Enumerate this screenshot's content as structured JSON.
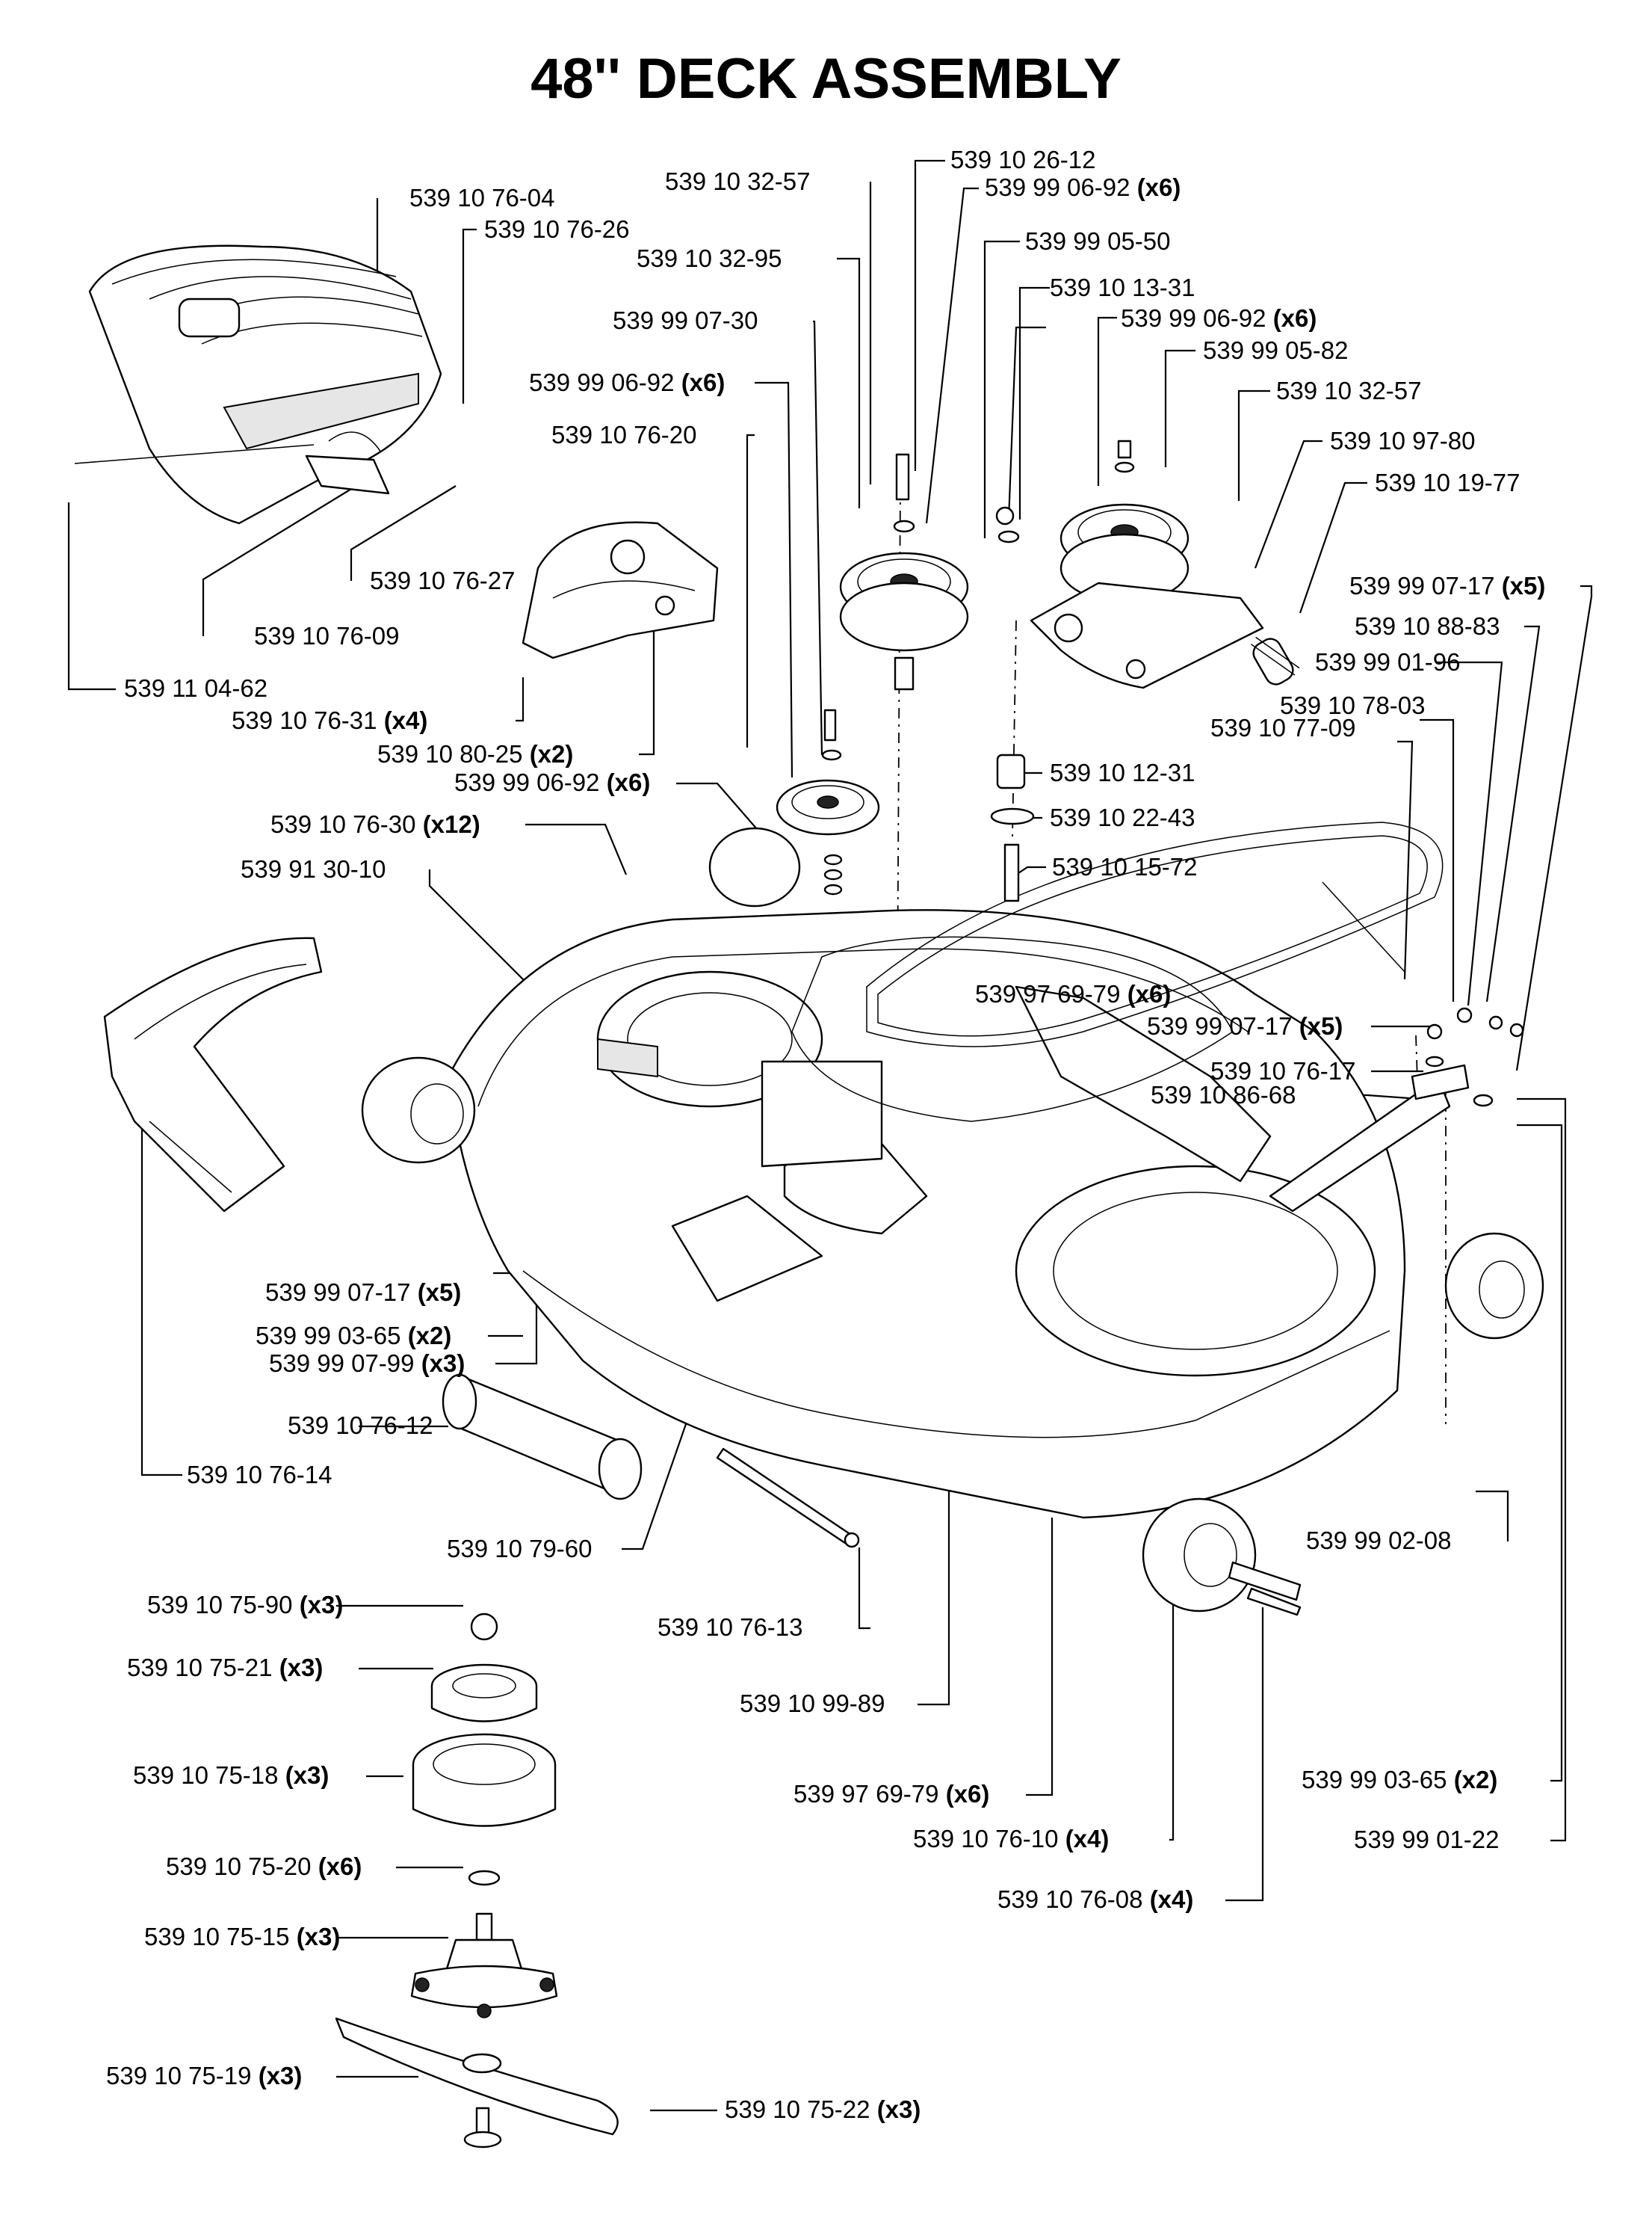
{
  "title": "48'' DECK ASSEMBLY",
  "labels": [
    {
      "part": "539 10 76-04",
      "qty": ""
    },
    {
      "part": "539 10 76-26",
      "qty": ""
    },
    {
      "part": "539 10 76-27",
      "qty": ""
    },
    {
      "part": "539 10 76-09",
      "qty": ""
    },
    {
      "part": "539 11 04-62",
      "qty": ""
    },
    {
      "part": "539 10 76-31",
      "qty": "(x4)"
    },
    {
      "part": "539 10 80-25",
      "qty": "(x2)"
    },
    {
      "part": "539 10 76-30",
      "qty": "(x12)"
    },
    {
      "part": "539 91 30-10",
      "qty": ""
    },
    {
      "part": "539 99 07-17",
      "qty": "(x5)"
    },
    {
      "part": "539 99 03-65",
      "qty": "(x2)"
    },
    {
      "part": "539 99 07-99",
      "qty": "(x3)"
    },
    {
      "part": "539 10 76-12",
      "qty": ""
    },
    {
      "part": "539 10 76-14",
      "qty": ""
    },
    {
      "part": "539 10 79-60",
      "qty": ""
    },
    {
      "part": "539 10 75-90",
      "qty": "(x3)"
    },
    {
      "part": "539 10 75-21",
      "qty": "(x3)"
    },
    {
      "part": "539 10 75-18",
      "qty": "(x3)"
    },
    {
      "part": "539 10 75-20",
      "qty": "(x6)"
    },
    {
      "part": "539 10 75-15",
      "qty": "(x3)"
    },
    {
      "part": "539 10 75-19",
      "qty": "(x3)"
    },
    {
      "part": "539 10 75-22",
      "qty": "(x3)"
    },
    {
      "part": "539 10 32-57",
      "qty": ""
    },
    {
      "part": "539 10 26-12",
      "qty": ""
    },
    {
      "part": "539 99 06-92",
      "qty": "(x6)"
    },
    {
      "part": "539 10 32-95",
      "qty": ""
    },
    {
      "part": "539 99 05-50",
      "qty": ""
    },
    {
      "part": "539 99 07-30",
      "qty": ""
    },
    {
      "part": "539 10 13-31",
      "qty": ""
    },
    {
      "part": "539 99 06-92",
      "qty": "(x6)"
    },
    {
      "part": "539 99 06-92",
      "qty": "(x6)"
    },
    {
      "part": "539 99 05-82",
      "qty": ""
    },
    {
      "part": "539 10 76-20",
      "qty": ""
    },
    {
      "part": "539 10 32-57",
      "qty": ""
    },
    {
      "part": "539 10 97-80",
      "qty": ""
    },
    {
      "part": "539 10 19-77",
      "qty": ""
    },
    {
      "part": "539 99 07-17",
      "qty": "(x5)"
    },
    {
      "part": "539 10 88-83",
      "qty": ""
    },
    {
      "part": "539 99 01-96",
      "qty": ""
    },
    {
      "part": "539 10 78-03",
      "qty": ""
    },
    {
      "part": "539 10 77-09",
      "qty": ""
    },
    {
      "part": "539 10 12-31",
      "qty": ""
    },
    {
      "part": "539 10 22-43",
      "qty": ""
    },
    {
      "part": "539 10 15-72",
      "qty": ""
    },
    {
      "part": "539 99 06-92",
      "qty": "(x6)"
    },
    {
      "part": "539 97 69-79",
      "qty": "(x6)"
    },
    {
      "part": "539 99 07-17",
      "qty": "(x5)"
    },
    {
      "part": "539 10 76-17",
      "qty": ""
    },
    {
      "part": "539 10 86-68",
      "qty": ""
    },
    {
      "part": "539 99 02-08",
      "qty": ""
    },
    {
      "part": "539 10 76-13",
      "qty": ""
    },
    {
      "part": "539 10 99-89",
      "qty": ""
    },
    {
      "part": "539 97 69-79",
      "qty": "(x6)"
    },
    {
      "part": "539 10 76-10",
      "qty": "(x4)"
    },
    {
      "part": "539 10 76-08",
      "qty": "(x4)"
    },
    {
      "part": "539 99 03-65",
      "qty": "(x2)"
    },
    {
      "part": "539 99 01-22",
      "qty": ""
    }
  ]
}
